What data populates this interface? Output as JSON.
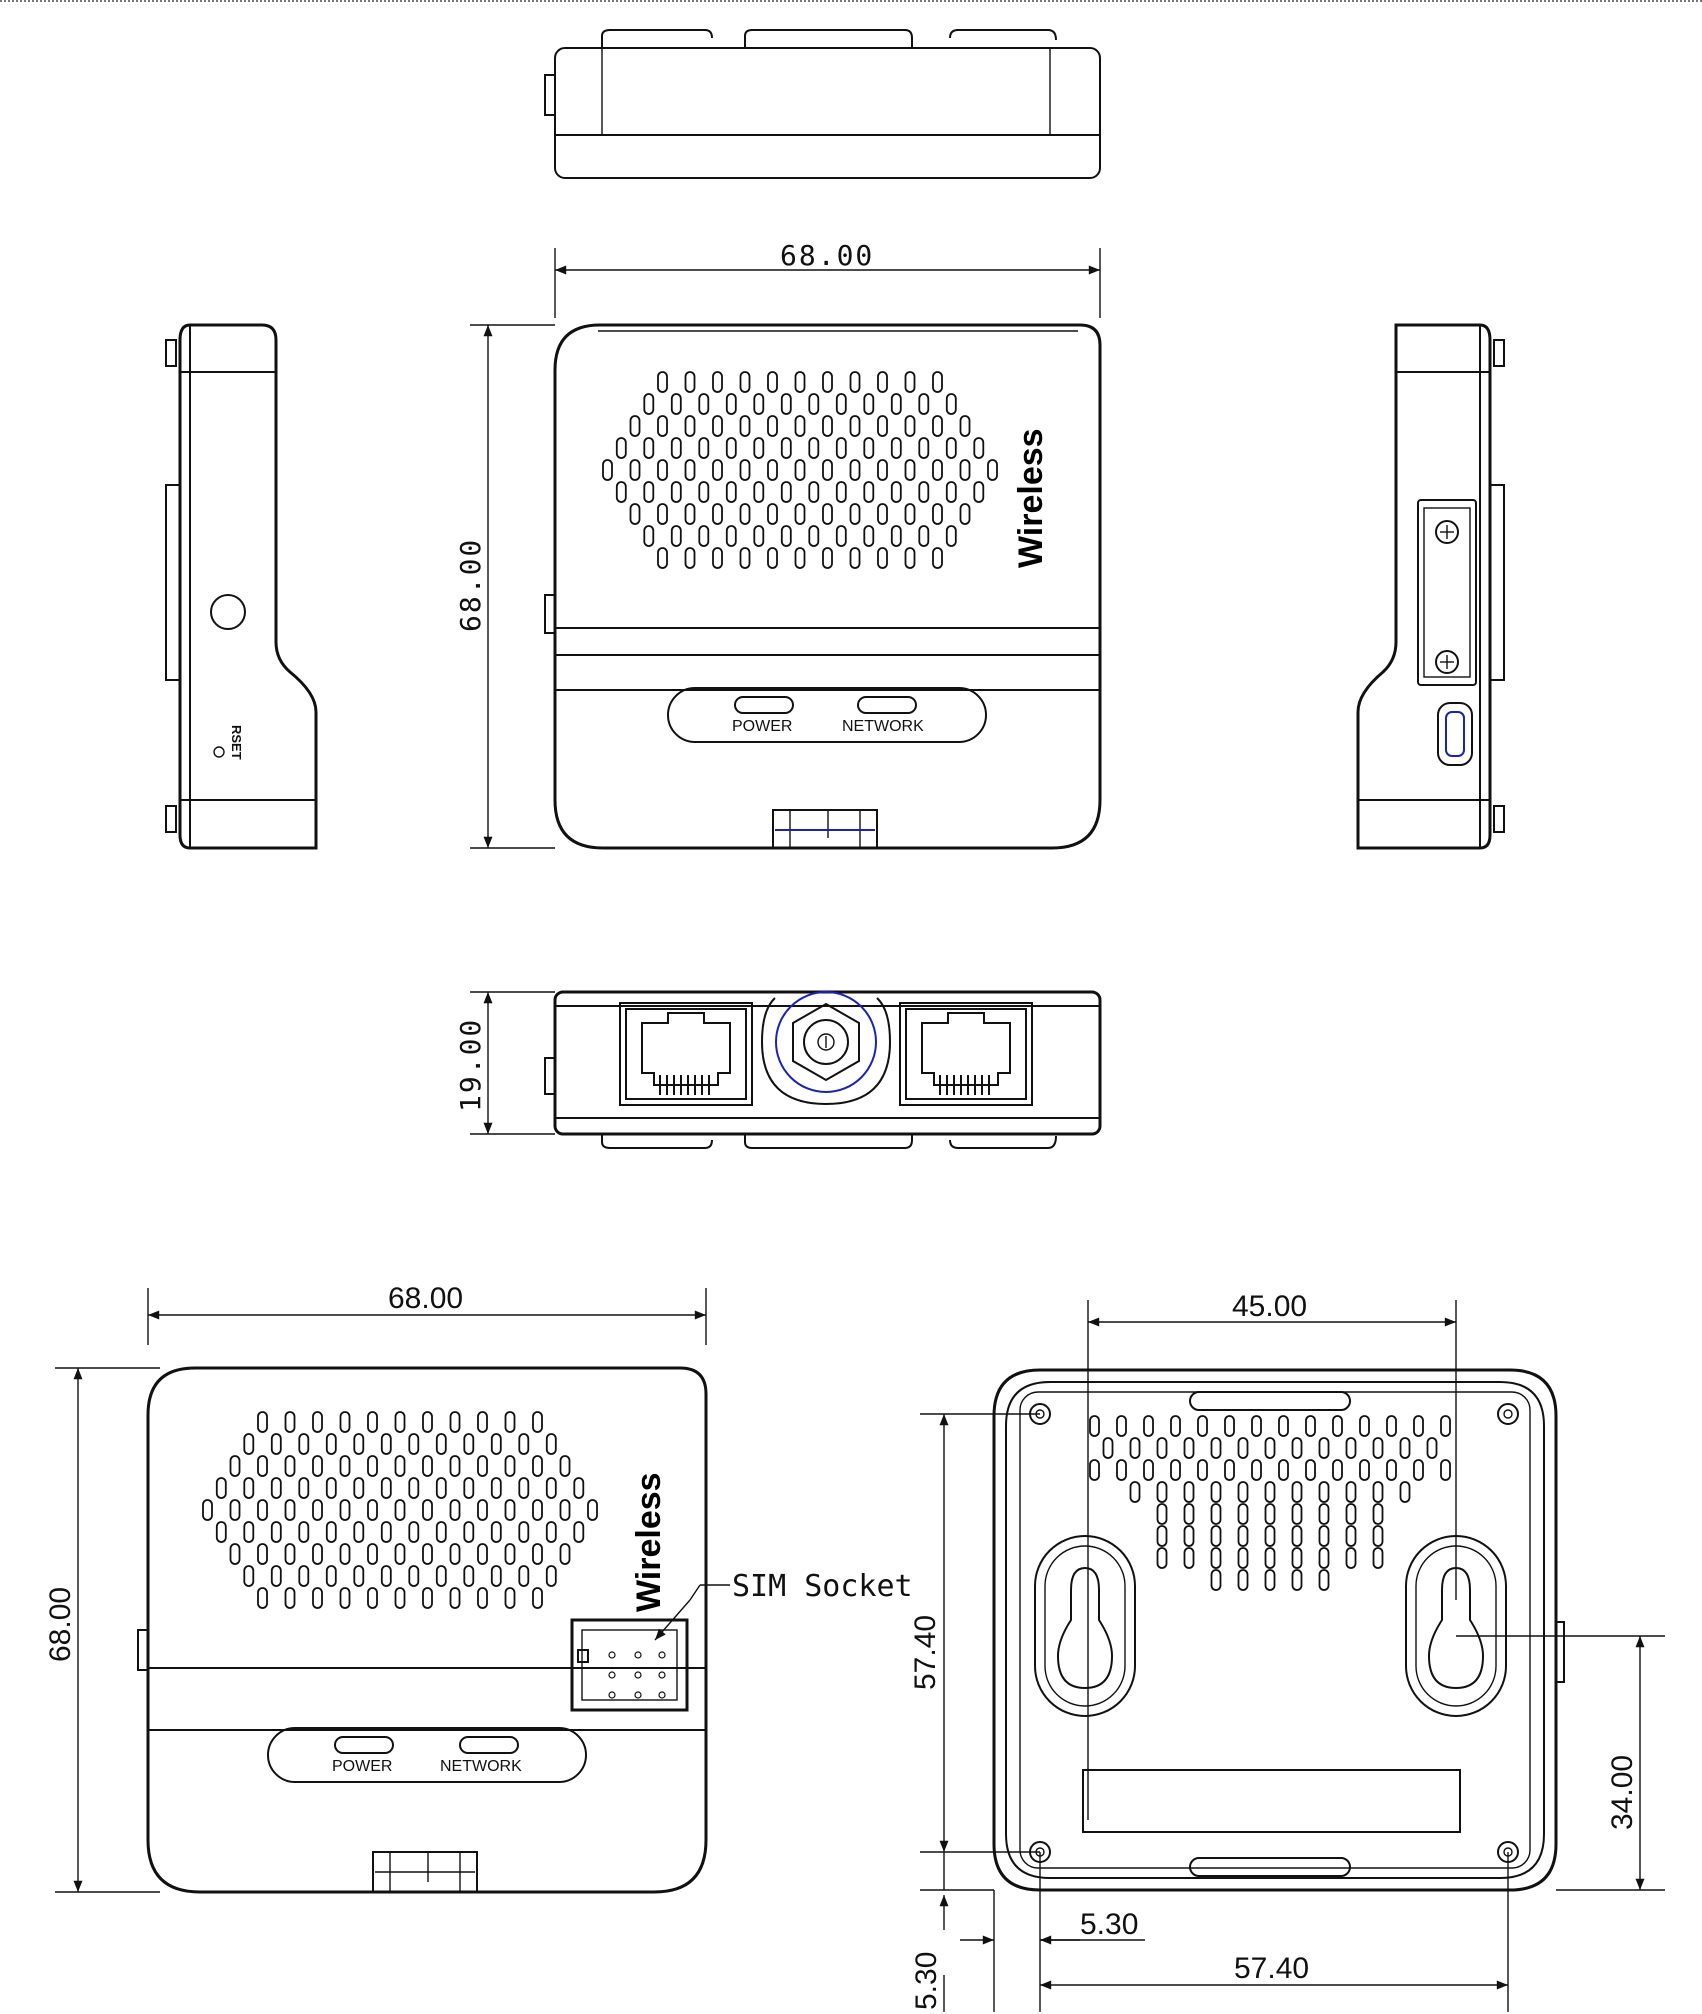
{
  "dimensions": {
    "top_width": "68.00",
    "top_height": "68.00",
    "front_height": "19.00",
    "bl_width": "68.00",
    "bl_height": "68.00",
    "br_hole_spacing": "45.00",
    "br_vertical": "57.40",
    "br_right_height": "34.00",
    "br_inset_v": "5.30",
    "br_inset_h": "5.30",
    "br_bottom_width": "57.40"
  },
  "labels": {
    "brand": "Wireless",
    "power": "POWER",
    "network": "NETWORK",
    "reset": "RSET",
    "sim_socket": "SIM Socket"
  },
  "colors": {
    "line": "#111111",
    "accent_blue": "#1a22b8"
  }
}
